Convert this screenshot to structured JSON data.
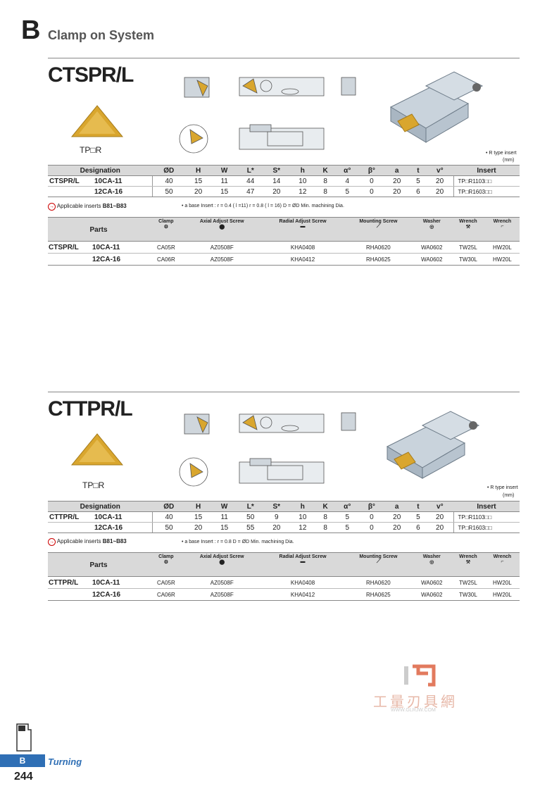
{
  "header": {
    "letter": "B",
    "title": "Clamp on System"
  },
  "sections": [
    {
      "model": "CTSPR/L",
      "insert_code": "TP□R",
      "r_type_note": "• R type insert",
      "mm_note": "(mm)",
      "applicable": "Applicable inserts",
      "applicable_ref": "B81~B83",
      "base_note": "• a base Insert : r = 0.4 ( l =11) r = 0.8 ( l = 16)    D = ØD Min. machining Dia.",
      "spec_headers": [
        "Designation",
        "ØD",
        "H",
        "W",
        "L*",
        "S*",
        "h",
        "K",
        "α°",
        "β°",
        "a",
        "t",
        "v°",
        "Insert"
      ],
      "spec_rows": [
        {
          "series": "CTSPR/L",
          "code": "10CA-11",
          "vals": [
            "40",
            "15",
            "11",
            "44",
            "14",
            "10",
            "8",
            "4",
            "0",
            "20",
            "5",
            "20"
          ],
          "insert": "TP□R1103□□"
        },
        {
          "series": "",
          "code": "12CA-16",
          "vals": [
            "50",
            "20",
            "15",
            "47",
            "20",
            "12",
            "8",
            "5",
            "0",
            "20",
            "6",
            "20"
          ],
          "insert": "TP□R1603□□"
        }
      ],
      "parts_label": "Parts",
      "parts_headers": [
        "Clamp",
        "Axial Adjust Screw",
        "Radial Adjust Screw",
        "Mounting Screw",
        "Washer",
        "Wrench",
        "Wrench"
      ],
      "parts_rows": [
        {
          "series": "CTSPR/L",
          "code": "10CA-11",
          "vals": [
            "CA05R",
            "AZ0508F",
            "KHA0408",
            "RHA0620",
            "WA0602",
            "TW25L",
            "HW20L"
          ]
        },
        {
          "series": "",
          "code": "12CA-16",
          "vals": [
            "CA06R",
            "AZ0508F",
            "KHA0412",
            "RHA0625",
            "WA0602",
            "TW30L",
            "HW20L"
          ]
        }
      ]
    },
    {
      "model": "CTTPR/L",
      "insert_code": "TP□R",
      "r_type_note": "• R type insert",
      "mm_note": "(mm)",
      "applicable": "Applicable inserts",
      "applicable_ref": "B81~B83",
      "base_note": "• a base Insert : r = 0.8    D = ØD Min. machining Dia.",
      "spec_headers": [
        "Designation",
        "ØD",
        "H",
        "W",
        "L*",
        "S*",
        "h",
        "K",
        "α°",
        "β°",
        "a",
        "t",
        "v°",
        "Insert"
      ],
      "spec_rows": [
        {
          "series": "CTTPR/L",
          "code": "10CA-11",
          "vals": [
            "40",
            "15",
            "11",
            "50",
            "9",
            "10",
            "8",
            "5",
            "0",
            "20",
            "5",
            "20"
          ],
          "insert": "TP□R1103□□"
        },
        {
          "series": "",
          "code": "12CA-16",
          "vals": [
            "50",
            "20",
            "15",
            "55",
            "20",
            "12",
            "8",
            "5",
            "0",
            "20",
            "6",
            "20"
          ],
          "insert": "TP□R1603□□"
        }
      ],
      "parts_label": "Parts",
      "parts_headers": [
        "Clamp",
        "Axial Adjust Screw",
        "Radial Adjust Screw",
        "Mounting Screw",
        "Washer",
        "Wrench",
        "Wrench"
      ],
      "parts_rows": [
        {
          "series": "CTTPR/L",
          "code": "10CA-11",
          "vals": [
            "CA05R",
            "AZ0508F",
            "KHA0408",
            "RHA0620",
            "WA0602",
            "TW25L",
            "HW20L"
          ]
        },
        {
          "series": "",
          "code": "12CA-16",
          "vals": [
            "CA06R",
            "AZ0508F",
            "KHA0412",
            "RHA0625",
            "WA0602",
            "TW30L",
            "HW20L"
          ]
        }
      ]
    }
  ],
  "watermark": {
    "cn": "工量刃具網",
    "url": "WWW.GLRJW.COM"
  },
  "footer": {
    "tab": "B",
    "section": "Turning",
    "page": "244"
  },
  "colors": {
    "insert": "#d9a62e",
    "accent": "#2f6fb5",
    "header_bg": "#d9d9d9"
  }
}
